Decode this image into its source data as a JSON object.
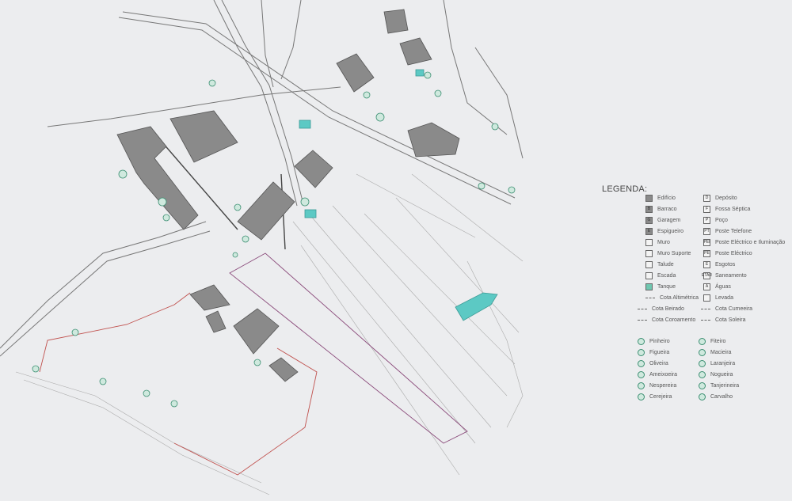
{
  "legend": {
    "title": "LEGENDA:",
    "left_column": [
      {
        "label": "Edifício",
        "symbol": "filled-square"
      },
      {
        "label": "Barraco",
        "symbol": "filled-square",
        "code": "B"
      },
      {
        "label": "Garagem",
        "symbol": "filled-square",
        "code": "G"
      },
      {
        "label": "Espigueiro",
        "symbol": "filled-square",
        "code": "E"
      },
      {
        "label": "Muro",
        "symbol": "hatched-square"
      },
      {
        "label": "Muro Suporte",
        "symbol": "hatched-square"
      },
      {
        "label": "Talude",
        "symbol": "hatched-square"
      },
      {
        "label": "Escada",
        "symbol": "hatched-square"
      },
      {
        "label": "Tanque",
        "symbol": "green-square"
      },
      {
        "label": "Cota Altimétrica",
        "symbol": "dots"
      }
    ],
    "right_column": [
      {
        "label": "Depósito",
        "symbol": "box",
        "code": "D"
      },
      {
        "label": "Fossa Séptica",
        "symbol": "box",
        "code": "F"
      },
      {
        "label": "Poço",
        "symbol": "box",
        "code": "P"
      },
      {
        "label": "Poste Telefone",
        "symbol": "box",
        "code": "PT"
      },
      {
        "label": "Poste Eléctrico e Iluminação",
        "symbol": "box",
        "code": "PEI"
      },
      {
        "label": "Poste Eléctrico",
        "symbol": "box",
        "code": "PE"
      },
      {
        "label": "Esgotos",
        "symbol": "box",
        "code": "E"
      },
      {
        "label": "Saneamento",
        "symbol": "box",
        "code": "ETAR"
      },
      {
        "label": "Águas",
        "symbol": "box",
        "code": "A"
      },
      {
        "label": "Levada",
        "symbol": "box"
      }
    ],
    "cotas": [
      {
        "label": "Cota Beirado"
      },
      {
        "label": "Cota Cumeeira"
      },
      {
        "label": "Cota Coroamento"
      },
      {
        "label": "Cota Soleira"
      }
    ],
    "trees_left": [
      "Pinheiro",
      "Figueira",
      "Oliveira",
      "Ameixoeira",
      "Nespereira",
      "Cerejeira"
    ],
    "trees_right": [
      "Fiteiro",
      "Macieira",
      "Laranjeira",
      "Nogueira",
      "Tanjerineira",
      "Carvalho"
    ]
  },
  "colors": {
    "building": "#8a8a8a",
    "water": "#5cc9c4",
    "tree": "#3c8f72",
    "boundary_red": "#c0504d",
    "boundary_purple": "#8a4a7a",
    "paper": "#ecedef"
  }
}
